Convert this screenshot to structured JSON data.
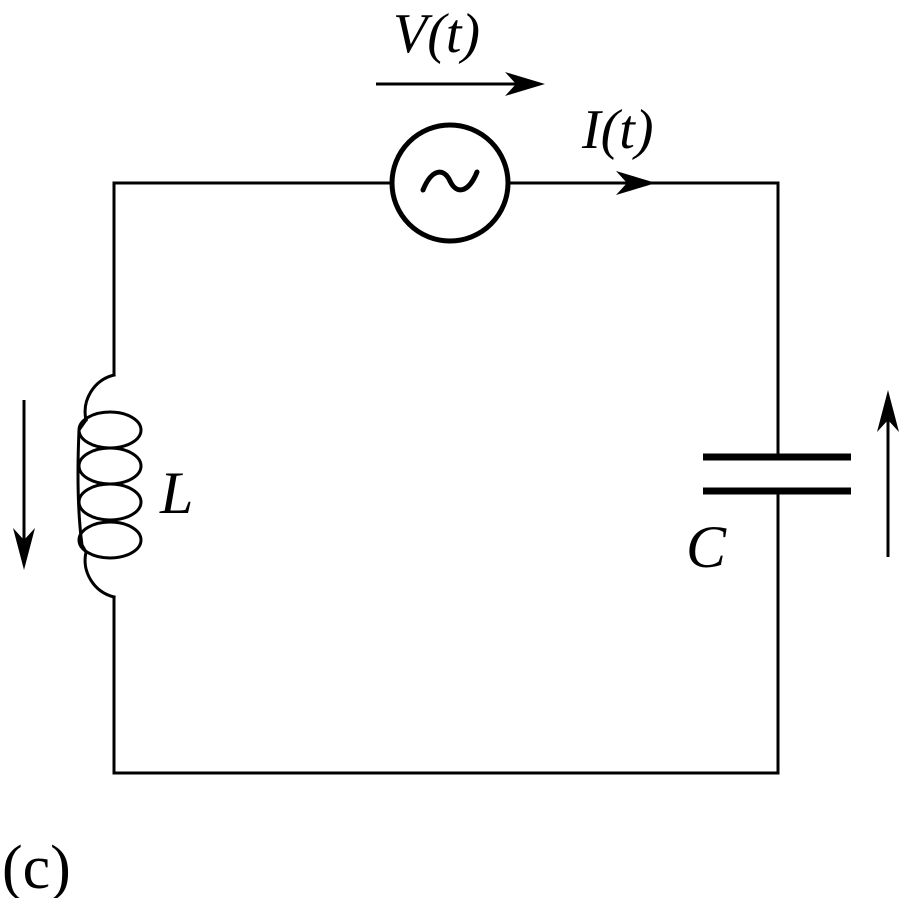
{
  "labels": {
    "voltage": "V(t)",
    "current": "I(t)",
    "inductor": "L",
    "capacitor": "C",
    "panel": "(c)"
  },
  "components": {
    "source": {
      "type": "ac-voltage-source",
      "symbol": "~"
    },
    "inductor": {
      "type": "inductor",
      "name": "L"
    },
    "capacitor": {
      "type": "capacitor",
      "name": "C"
    }
  },
  "colors": {
    "stroke": "#000000",
    "background": "#ffffff"
  }
}
